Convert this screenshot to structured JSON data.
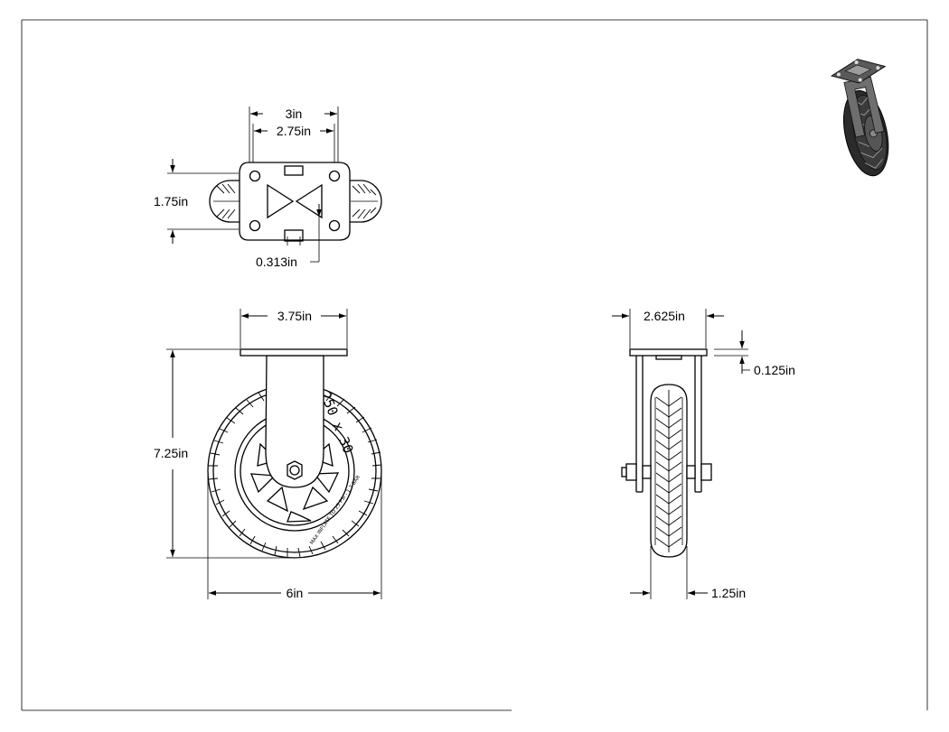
{
  "dimensions": {
    "top_width_outer": "3in",
    "top_width_inner": "2.75in",
    "top_depth": "1.75in",
    "bolt_offset": "0.313in",
    "plate_width": "3.75in",
    "overall_height": "7.25in",
    "wheel_diameter": "6in",
    "side_plate_width": "2.625in",
    "plate_thickness": "0.125in",
    "wheel_width": "1.25in"
  },
  "tire_markings": {
    "size": "250 x 30",
    "pressure": "MAX INFLATE TO 25 PSI - 1.7 BAR"
  },
  "colors": {
    "line": "#000000",
    "background": "#ffffff",
    "iso_tire": "#2b2b2b",
    "iso_metal": "#6e6e6e"
  }
}
